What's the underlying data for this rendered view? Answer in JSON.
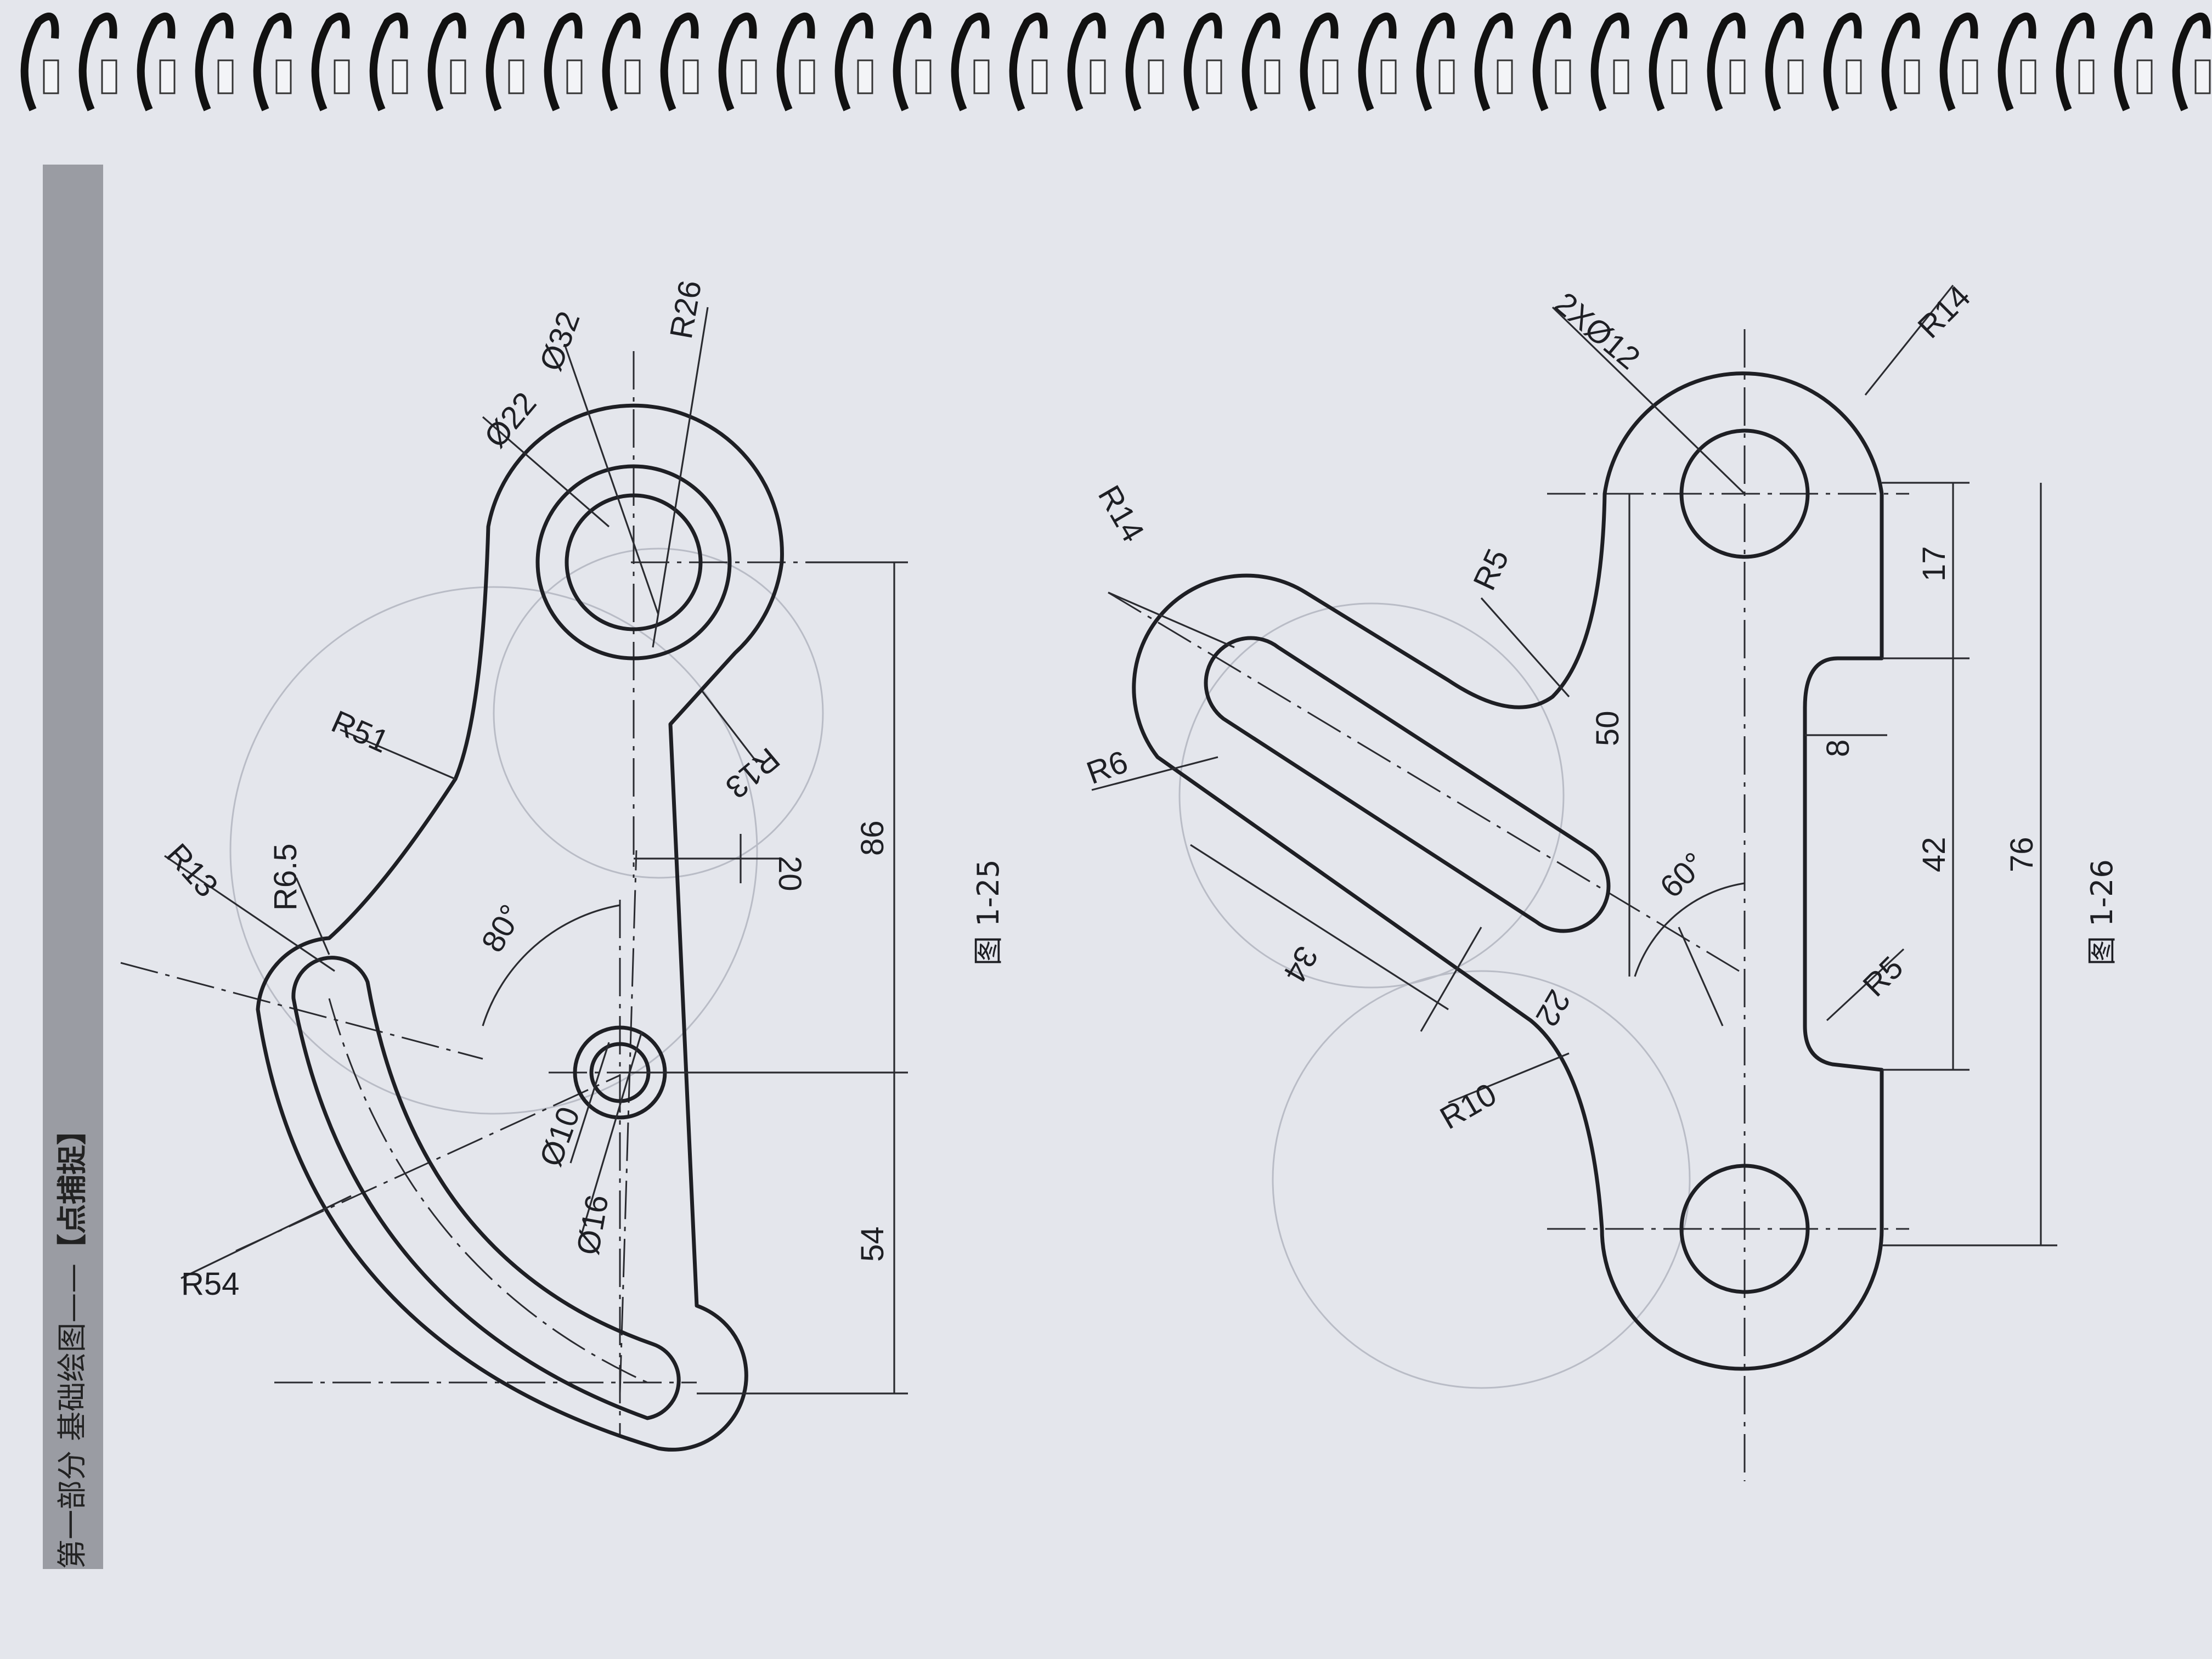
{
  "page_header": {
    "section": "第一部分  基础绘图——",
    "topic": "【点捕捉】"
  },
  "figure_1_25": {
    "caption": "图 1-25",
    "labels": {
      "r13_top": "R13",
      "r6_5": "R6.5",
      "r54": "R54",
      "r51": "R51",
      "d22": "Ø22",
      "d32": "Ø32",
      "r26": "R26",
      "r13_right": "R13",
      "d10": "Ø10",
      "d16": "Ø16",
      "angle_80": "80°",
      "dim_20": "20",
      "dim_86": "86",
      "dim_54": "54"
    }
  },
  "figure_1_26": {
    "caption": "图 1-26",
    "labels": {
      "r14_top": "R14",
      "r6": "R6",
      "r5_top": "R5",
      "d_2x12": "2XØ12",
      "r14_right": "R14",
      "dim_50": "50",
      "dim_8": "8",
      "dim_17": "17",
      "dim_42": "42",
      "dim_76": "76",
      "angle_60": "60°",
      "dim_34": "34",
      "dim_22": "22",
      "r10": "R10",
      "r5_bottom": "R5"
    }
  },
  "colors": {
    "ink": "#1e1f24",
    "paper": "#e4e6ec",
    "header_bar": "#9a9ca3"
  }
}
